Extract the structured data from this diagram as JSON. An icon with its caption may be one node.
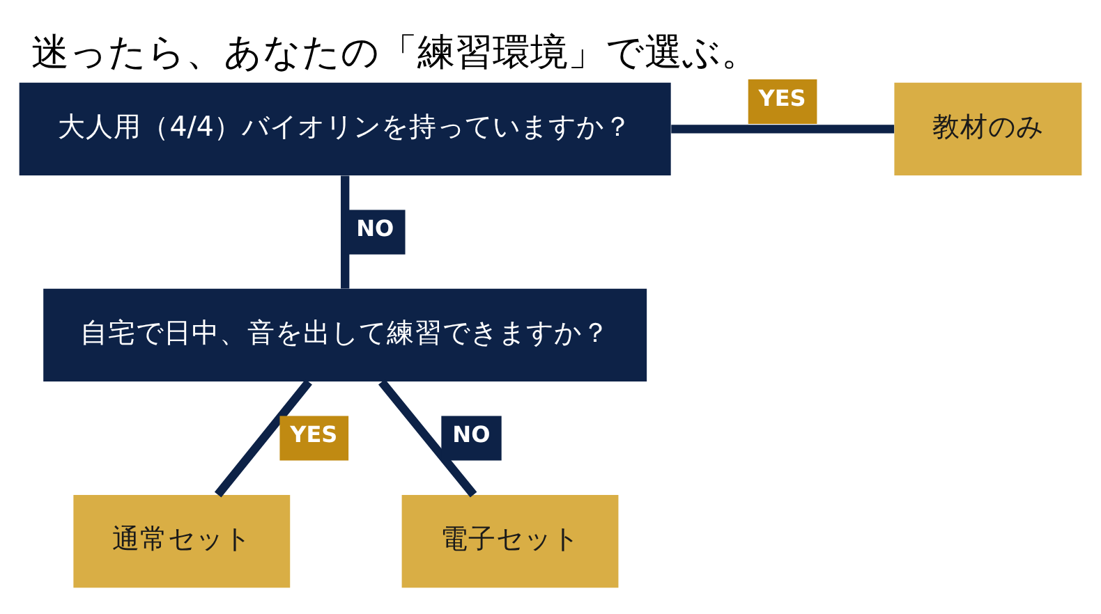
{
  "diagram": {
    "title": "迷ったら、あなたの「練習環境」で選ぶ。",
    "nodes": [
      {
        "text": [
          "大人用（4/4）バイオリンを持っていますか？"
        ]
      },
      {
        "text": [
          "教材のみ"
        ]
      },
      {
        "text": [
          "自宅で日中、音を出して練習できますか？"
        ]
      },
      {
        "text": [
          "通常セット"
        ]
      },
      {
        "text": [
          "電子セット"
        ]
      }
    ],
    "edges": [
      {
        "from": 0,
        "to": 1,
        "arrow": "none",
        "label": "YES"
      },
      {
        "from": 0,
        "to": 2,
        "arrow": "none",
        "label": "NO"
      },
      {
        "from": 2,
        "to": 3,
        "arrow": "none",
        "label": "YES"
      },
      {
        "from": 2,
        "to": 4,
        "arrow": "none",
        "label": "NO"
      }
    ]
  }
}
